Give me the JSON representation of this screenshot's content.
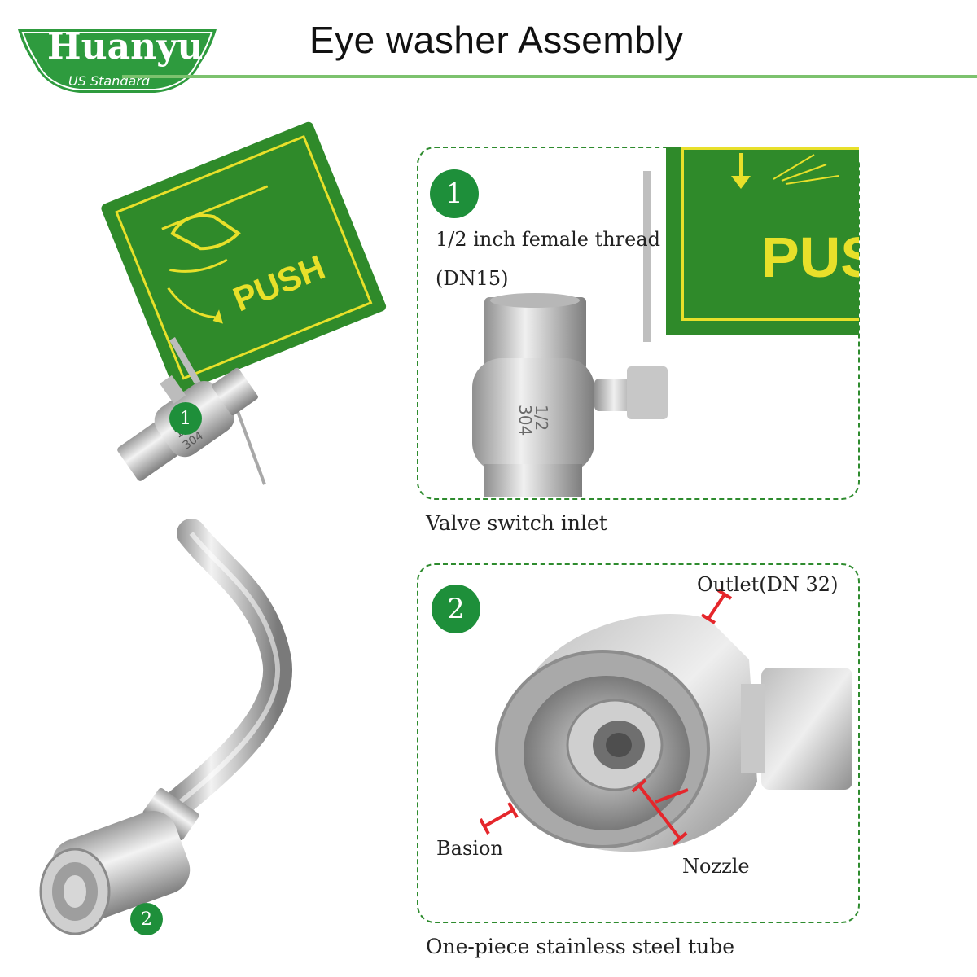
{
  "logo": {
    "brand": "Huanyu",
    "subtitle": "US Standard",
    "colors": {
      "green": "#2e9b3e",
      "dark_green": "#1e7a2e"
    }
  },
  "header": {
    "title": "Eye washer Assembly",
    "rule_color": "#7cc26e"
  },
  "main_figure": {
    "sign_text": "PUSH",
    "valve_marking": [
      "1/2",
      "304"
    ],
    "markers": [
      "1",
      "2"
    ]
  },
  "panel_1": {
    "number": "1",
    "sign_text": "PUSH",
    "valve_marking": [
      "1/2",
      "304"
    ],
    "thread_label": "1/2 inch female thread",
    "size_label": "(DN15)",
    "caption": "Valve switch inlet"
  },
  "panel_2": {
    "number": "2",
    "outlet_label": "Outlet(DN 32)",
    "basion_label": "Basion",
    "nozzle_label": "Nozzle",
    "caption": "One-piece stainless steel tube"
  },
  "colors": {
    "sign_green": "#2f8a2a",
    "sign_yellow": "#e8e02a",
    "panel_border": "#2e8b2e",
    "badge_green": "#1e8f3a",
    "dimension_red": "#e5262b",
    "steel": "#c9c9c9"
  }
}
